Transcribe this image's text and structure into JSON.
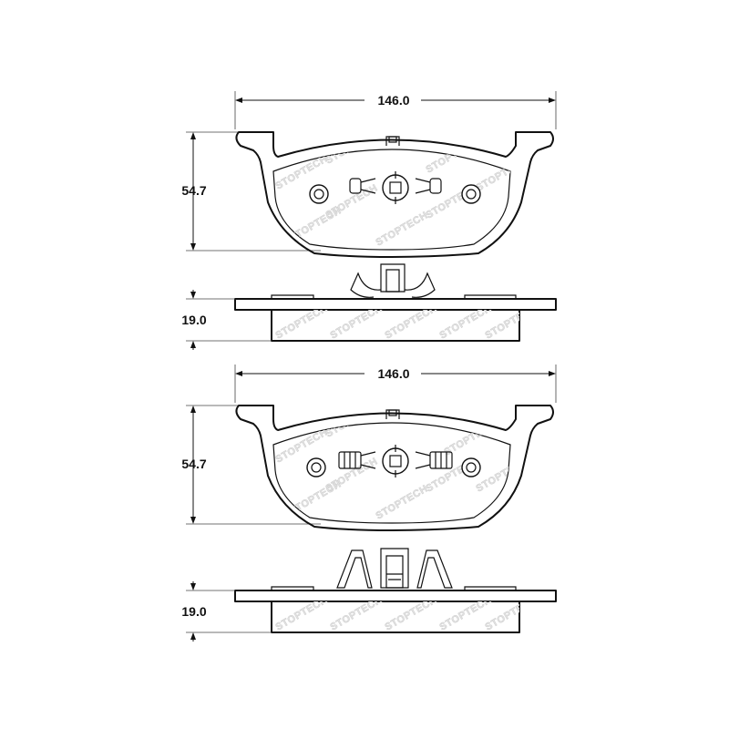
{
  "views": [
    {
      "width_label": "146.0",
      "height_label": "54.7",
      "thickness_label": "19.0"
    },
    {
      "width_label": "146.0",
      "height_label": "54.7",
      "thickness_label": "19.0"
    }
  ],
  "watermark_text": "STOPTECH"
}
